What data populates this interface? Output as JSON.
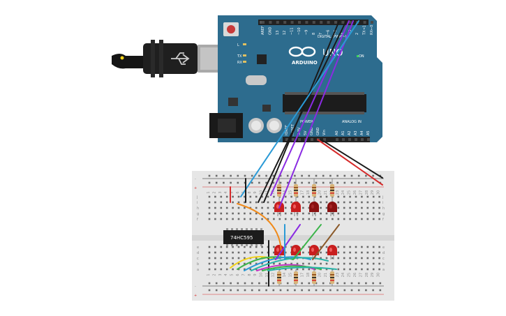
{
  "arduino": {
    "brand": "ARDUINO",
    "model": "UNO",
    "on_label": "ON",
    "digital_label": "DIGITAL (PWM~)",
    "power_label": "POWER",
    "analog_label": "ANALOG IN",
    "aref": "AREF",
    "gnd": "GND",
    "digital_pins": [
      "13",
      "12",
      "~11",
      "~10",
      "~9",
      "8",
      "7",
      "~6",
      "~5",
      "4",
      "~3",
      "2",
      "TX→1",
      "RX←0"
    ],
    "power_pins": [
      "IOREF",
      "RESET",
      "3.3V",
      "5V",
      "GND",
      "GND",
      "Vin"
    ],
    "analog_pins": [
      "A0",
      "A1",
      "A2",
      "A3",
      "A4",
      "A5"
    ],
    "led_labels": [
      "L",
      "TX",
      "RX"
    ]
  },
  "breadboard": {
    "chip_label": "74HC595",
    "row_letters_top": [
      "j",
      "i",
      "h",
      "g",
      "f"
    ],
    "row_letters_bottom": [
      "e",
      "d",
      "c",
      "b",
      "a"
    ],
    "column_numbers": [
      "1",
      "2",
      "3",
      "4",
      "5",
      "6",
      "7",
      "8",
      "9",
      "10",
      "11",
      "12",
      "13",
      "14",
      "15",
      "16",
      "17",
      "18",
      "19",
      "20",
      "21",
      "22",
      "23",
      "24",
      "25",
      "26",
      "27",
      "28",
      "29",
      "30"
    ],
    "rail_plus": "+",
    "rail_minus": "-"
  },
  "colors": {
    "board": "#2d6c8e",
    "board_dark": "#1d4f6b",
    "breadboard": "#e6e6e6",
    "rail_red": "#d62a2a",
    "wire_black": "#1a1a1a",
    "wire_red": "#d62a2a",
    "wire_blue": "#2a9ad6",
    "wire_purple": "#8a2be2",
    "wire_orange": "#f08a1a",
    "wire_yellow": "#f2d21a",
    "wire_green": "#3cb44b",
    "wire_teal": "#29b3a8",
    "wire_brown": "#8b5a2b",
    "wire_magenta": "#c531c5",
    "led_red": "#c81e1e",
    "led_dark": "#8a1010"
  },
  "icons": [
    "usb-cable-icon",
    "usb-symbol-icon",
    "arduino-infinity-logo-icon",
    "reset-button-icon"
  ]
}
